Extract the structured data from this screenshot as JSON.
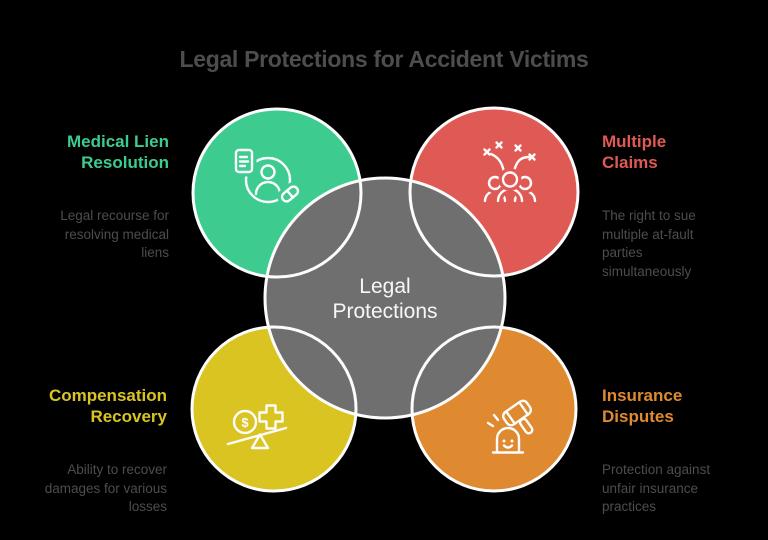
{
  "title": "Legal Protections for Accident Victims",
  "background_color": "#000000",
  "outline_color": "#fcfcfc",
  "body_text_color": "#4d4d4d",
  "center": {
    "label_lines": [
      "Legal",
      "Protections"
    ],
    "color": "#6f6f6f",
    "label_color": "#f7f7f7"
  },
  "sections": {
    "top_left": {
      "heading_lines": [
        "Medical Lien",
        "Resolution"
      ],
      "description_lines": [
        "Legal recourse for",
        "resolving medical",
        "liens"
      ],
      "color": "#3dcb8f",
      "icon": "medical-lien-resolution-icon"
    },
    "top_right": {
      "heading_lines": [
        "Multiple",
        "Claims"
      ],
      "description_lines": [
        "The right to sue",
        "multiple at-fault",
        "parties",
        "simultaneously"
      ],
      "color": "#e05a55",
      "icon": "multiple-claims-icon"
    },
    "bottom_left": {
      "heading_lines": [
        "Compensation",
        "Recovery"
      ],
      "description_lines": [
        "Ability to recover",
        "damages for various",
        "losses"
      ],
      "color": "#d9c422",
      "icon": "compensation-recovery-icon",
      "coin_symbol": "$"
    },
    "bottom_right": {
      "heading_lines": [
        "Insurance",
        "Disputes"
      ],
      "description_lines": [
        "Protection against",
        "unfair insurance",
        "practices"
      ],
      "color": "#df8a30",
      "icon": "insurance-disputes-icon"
    }
  }
}
